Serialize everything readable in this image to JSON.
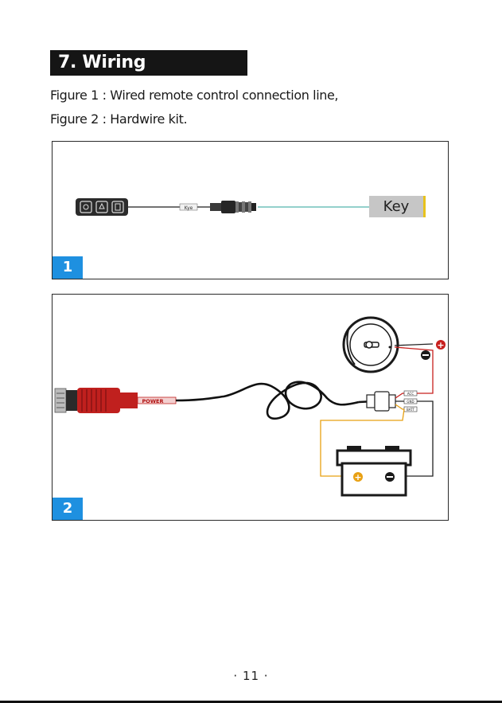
{
  "section": {
    "title": "7. Wiring instructions"
  },
  "description": {
    "line1": "Figure 1 : Wired remote control connection line,",
    "line2": "Figure 2 : Hardwire kit."
  },
  "figure1": {
    "number": "1",
    "key_label": "Key",
    "cable_tag": "Kye"
  },
  "figure2": {
    "number": "2",
    "plug_label": "POWER",
    "wire_tags": [
      "ACC",
      "GND",
      "BATT"
    ]
  },
  "footer": {
    "page_number": "· 11 ·"
  },
  "colors": {
    "badge_blue": "#1e90e0",
    "key_line": "#2aa198",
    "positive_red": "#c8201e",
    "battery_yellow": "#e8a012",
    "plug_red": "#c0201e"
  }
}
